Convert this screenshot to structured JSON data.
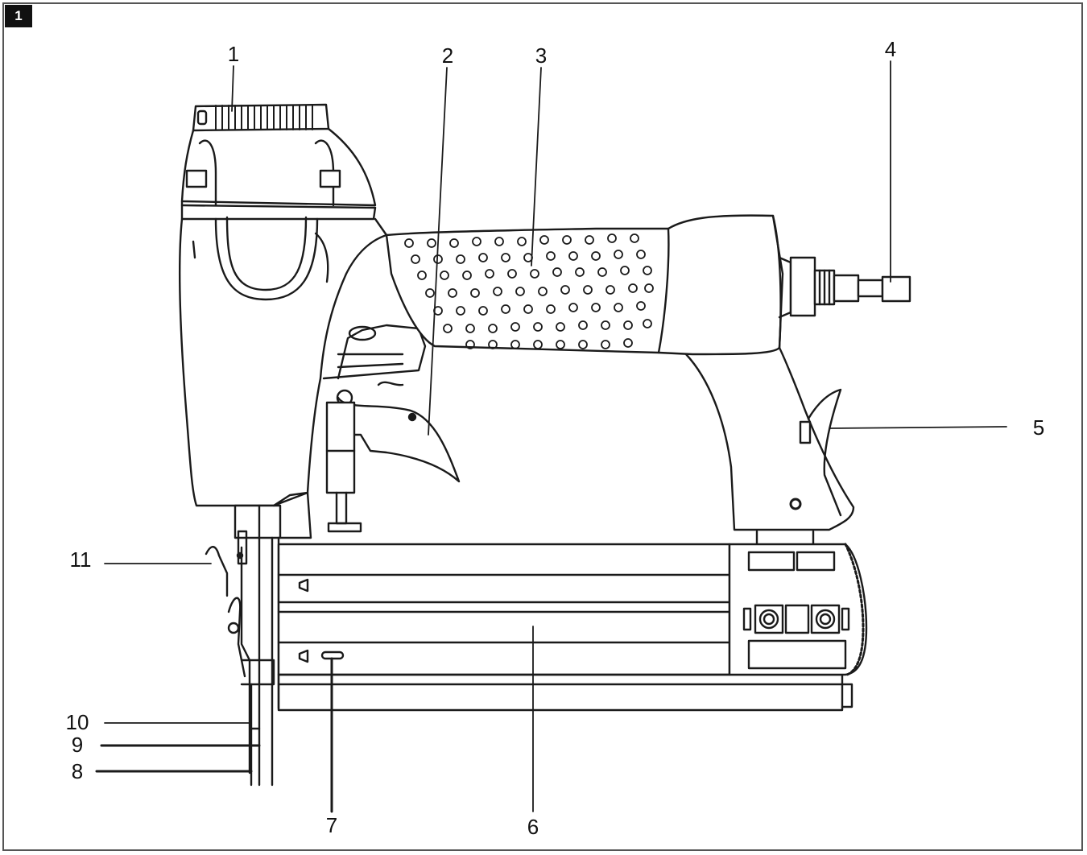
{
  "figure": {
    "badge": "1"
  },
  "callouts": [
    {
      "id": "1",
      "label": "1"
    },
    {
      "id": "2",
      "label": "2"
    },
    {
      "id": "3",
      "label": "3"
    },
    {
      "id": "4",
      "label": "4"
    },
    {
      "id": "5",
      "label": "5"
    },
    {
      "id": "6",
      "label": "6"
    },
    {
      "id": "7",
      "label": "7"
    },
    {
      "id": "8",
      "label": "8"
    },
    {
      "id": "9",
      "label": "9"
    },
    {
      "id": "10",
      "label": "10"
    },
    {
      "id": "11",
      "label": "11"
    }
  ],
  "colors": {
    "line": "#1a1a1a",
    "frame": "#555555",
    "badge": "#111111"
  }
}
